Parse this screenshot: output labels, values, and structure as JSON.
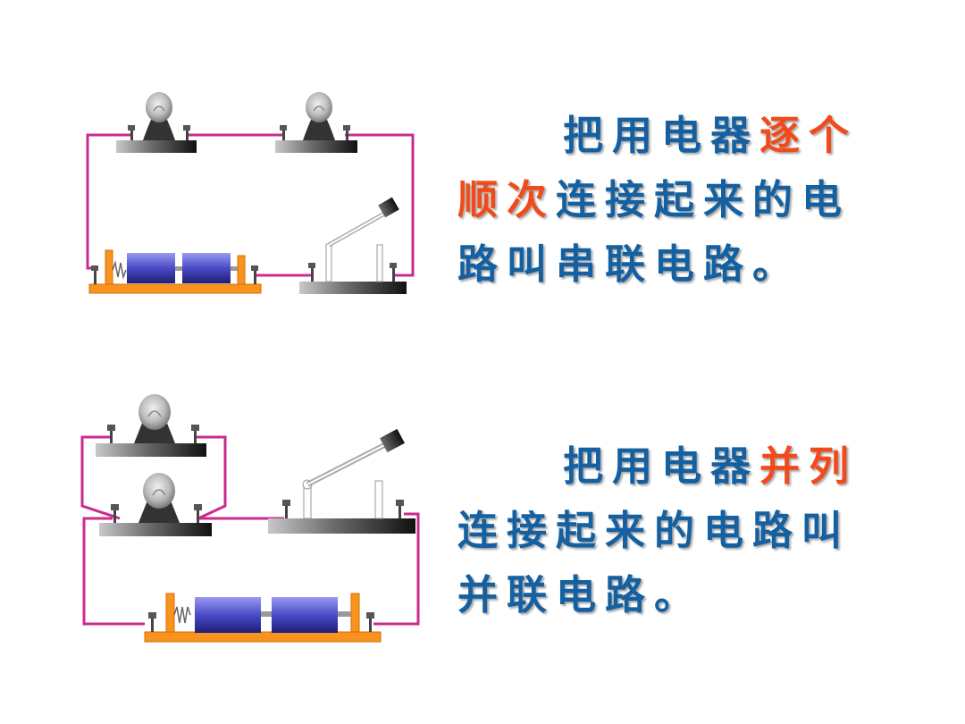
{
  "series_text": {
    "line1_normal": "把用电器",
    "line1_highlight": "逐个",
    "line2_highlight": "顺次",
    "line2_normal": "连接起来的电",
    "line3": "路叫串联电路。"
  },
  "parallel_text": {
    "line1_normal": "把用电器",
    "line1_highlight": "并列",
    "line2": "连接起来的电路叫",
    "line3": "并联电路。"
  },
  "colors": {
    "text": "#1460a0",
    "highlight": "#f24a1a",
    "wire": "#cc2b8e",
    "battery": "#4a4ac8",
    "base": "#f7931e"
  }
}
